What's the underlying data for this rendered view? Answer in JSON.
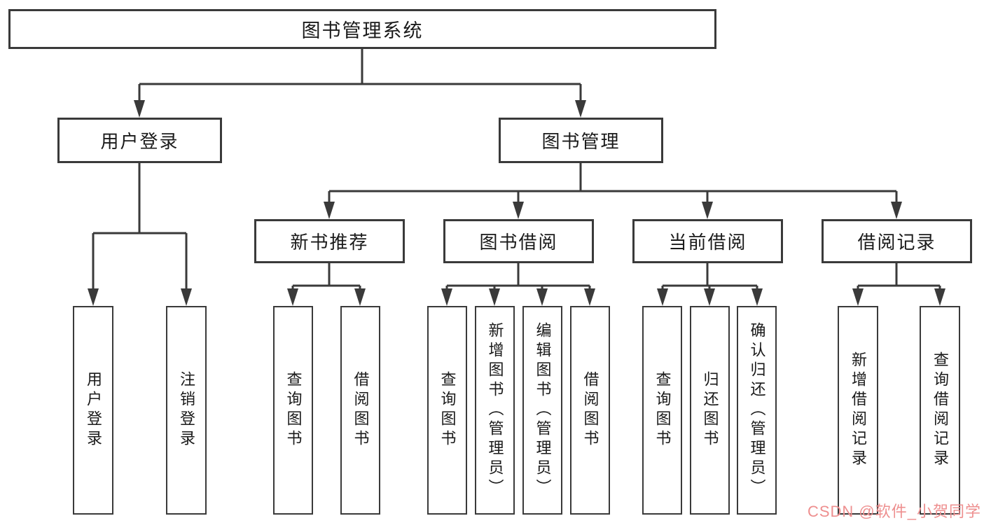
{
  "diagram": {
    "root": {
      "label": "图书管理系统"
    },
    "level2": [
      {
        "label": "用户登录"
      },
      {
        "label": "图书管理"
      }
    ],
    "level3": [
      {
        "label": "新书推荐",
        "parent": "图书管理"
      },
      {
        "label": "图书借阅",
        "parent": "图书管理"
      },
      {
        "label": "当前借阅",
        "parent": "图书管理"
      },
      {
        "label": "借阅记录",
        "parent": "图书管理"
      }
    ],
    "leaves": [
      {
        "label": "用户登录",
        "parent": "用户登录"
      },
      {
        "label": "注销登录",
        "parent": "用户登录"
      },
      {
        "label": "查询图书",
        "parent": "新书推荐"
      },
      {
        "label": "借阅图书",
        "parent": "新书推荐"
      },
      {
        "label": "查询图书",
        "parent": "图书借阅"
      },
      {
        "label": "新增图书（管理员）",
        "parent": "图书借阅"
      },
      {
        "label": "编辑图书（管理员）",
        "parent": "图书借阅"
      },
      {
        "label": "借阅图书",
        "parent": "图书借阅"
      },
      {
        "label": "查询图书",
        "parent": "当前借阅"
      },
      {
        "label": "归还图书",
        "parent": "当前借阅"
      },
      {
        "label": "确认归还（管理员）",
        "parent": "当前借阅"
      },
      {
        "label": "新增借阅记录",
        "parent": "借阅记录"
      },
      {
        "label": "查询借阅记录",
        "parent": "借阅记录"
      }
    ],
    "line_color": "#3a3a3a"
  },
  "watermark": {
    "text": "CSDN @软件_小贺同学",
    "color": "#ee8f8f"
  }
}
